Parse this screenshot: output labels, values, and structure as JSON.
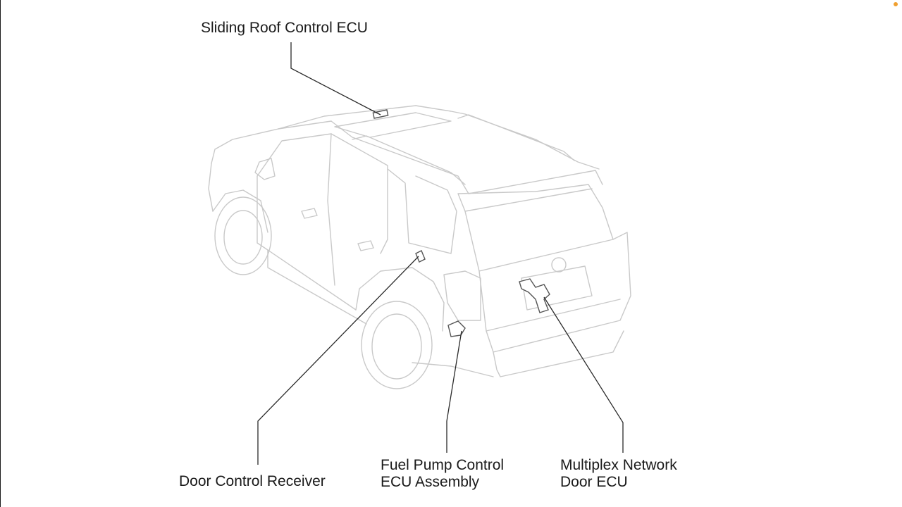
{
  "labels": {
    "sliding_roof": [
      "Sliding Roof Control ECU"
    ],
    "door_receiver": [
      "Door Control Receiver"
    ],
    "fuel_pump": [
      "Fuel Pump Control",
      "ECU Assembly"
    ],
    "multiplex": [
      "Multiplex Network",
      "Door ECU"
    ]
  },
  "colors": {
    "vehicle_outline": "#c9c9c9",
    "leader_line": "#2a2a2a",
    "component": "#555555",
    "status_dot": "#f0a030"
  }
}
